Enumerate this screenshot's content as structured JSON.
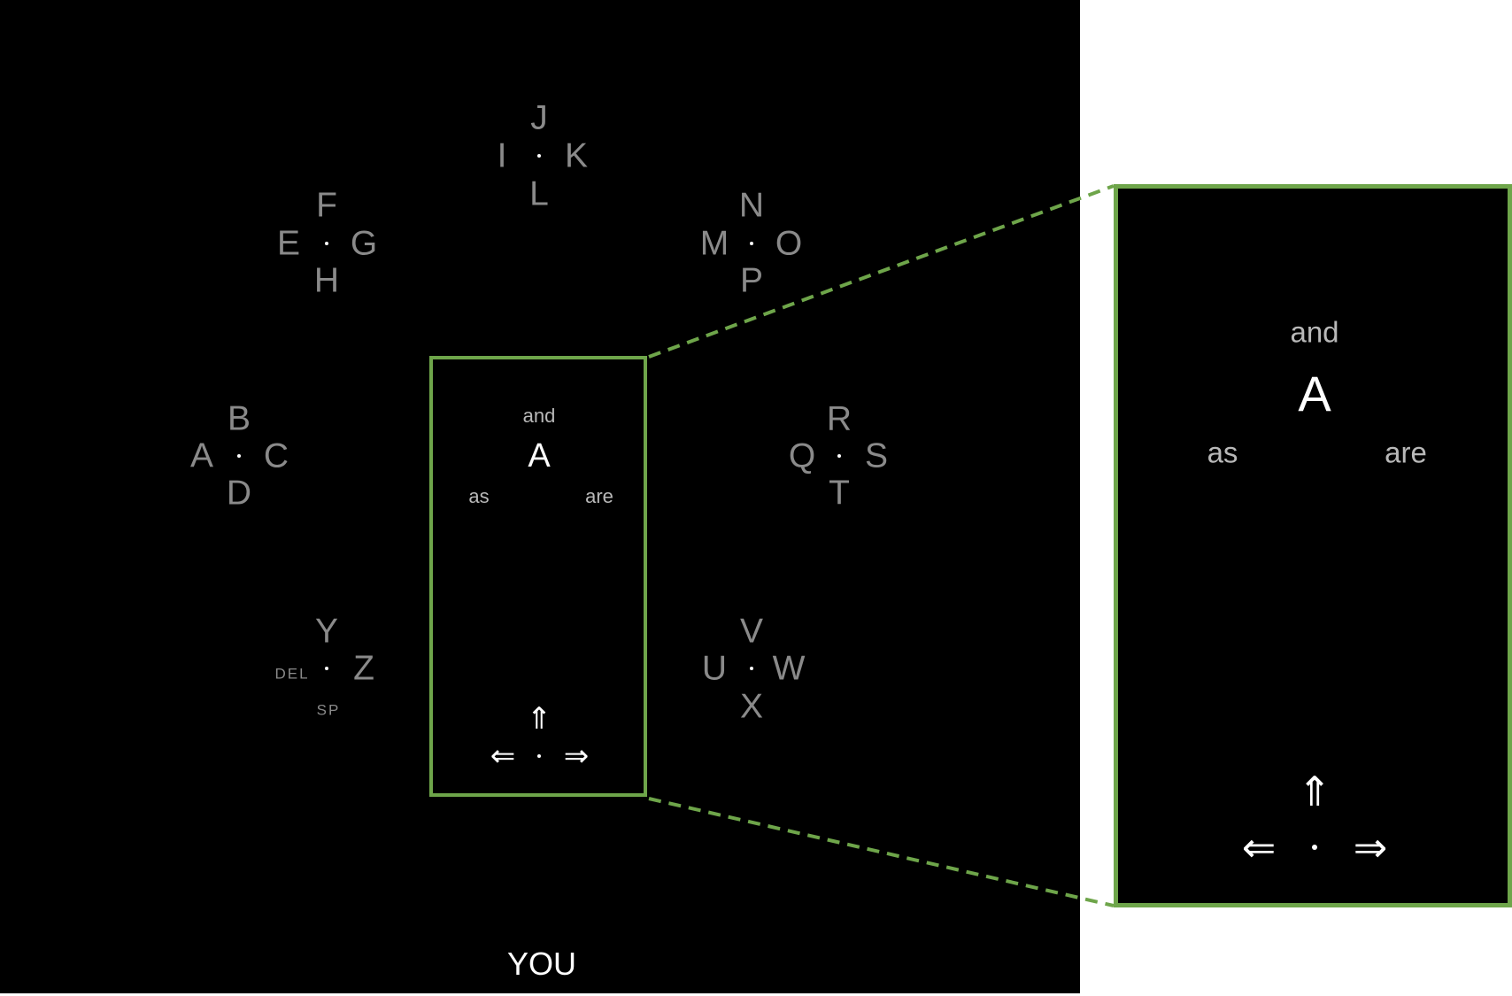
{
  "clusters": [
    {
      "top": "J",
      "left": "I",
      "right": "K",
      "bottom": "L"
    },
    {
      "top": "F",
      "left": "E",
      "right": "G",
      "bottom": "H"
    },
    {
      "top": "N",
      "left": "M",
      "right": "O",
      "bottom": "P"
    },
    {
      "top": "B",
      "left": "A",
      "right": "C",
      "bottom": "D"
    },
    {
      "top": "R",
      "left": "Q",
      "right": "S",
      "bottom": "T"
    },
    {
      "top": "Y",
      "left": "DEL",
      "right": "Z",
      "bottom": "SP"
    },
    {
      "top": "V",
      "left": "U",
      "right": "W",
      "bottom": "X"
    }
  ],
  "suggestions": {
    "top_word": "and",
    "current_letter": "A",
    "left_word": "as",
    "right_word": "are"
  },
  "navigation": {
    "up_arrow": "⇑",
    "left_arrow": "⇐",
    "right_arrow": "⇒"
  },
  "output_text": "YOU",
  "colors": {
    "highlight_border": "#6ea54a",
    "background": "#000000",
    "letter_gray": "#8a8a8a"
  }
}
